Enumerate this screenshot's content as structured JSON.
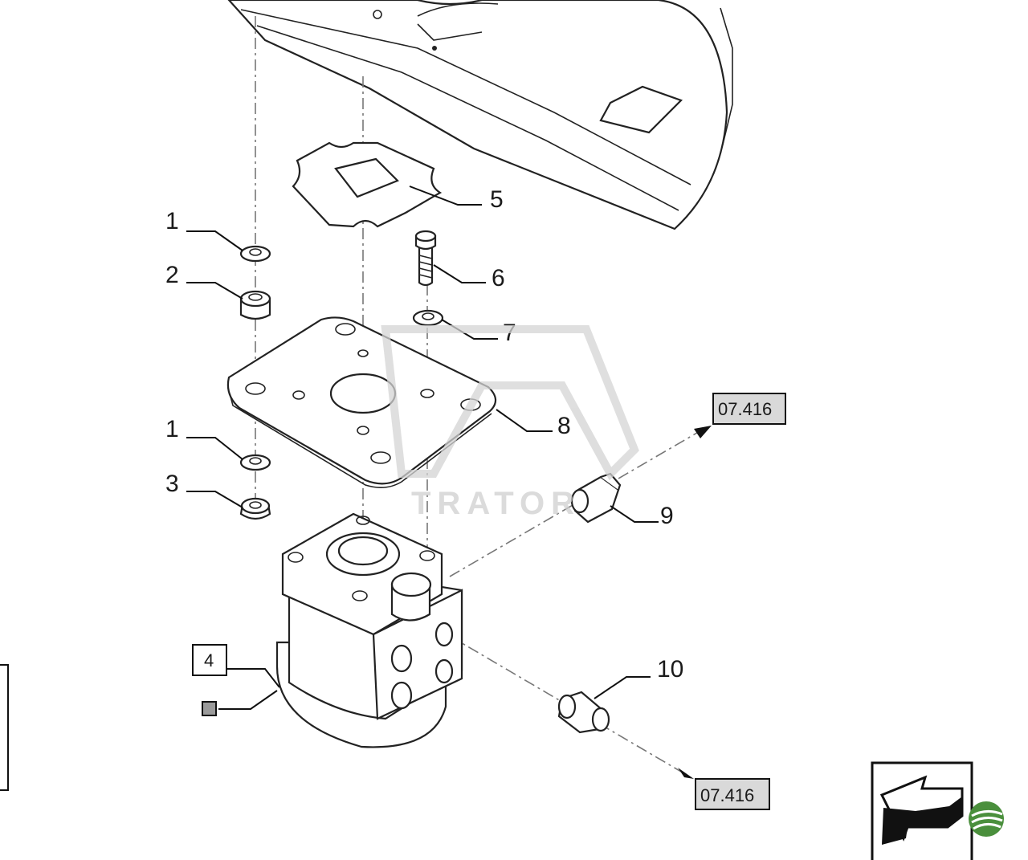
{
  "callouts": {
    "c1a": "1",
    "c2": "2",
    "c1b": "1",
    "c3": "3",
    "c5": "5",
    "c6": "6",
    "c7": "7",
    "c8": "8",
    "c9": "9",
    "c10": "10"
  },
  "boxed_labels": {
    "box4": "4"
  },
  "references": {
    "ref_upper": "07.416",
    "ref_lower": "07.416"
  },
  "watermark": {
    "text": "TRATOR"
  },
  "colors": {
    "line": "#222222",
    "refbox_fill": "#d9d9d9",
    "watermark": "#cfcfcf",
    "logo_green": "#4a8f3c"
  },
  "icons": {
    "nav": "arrow-down-left-icon",
    "logo": "leaf-logo-icon"
  }
}
